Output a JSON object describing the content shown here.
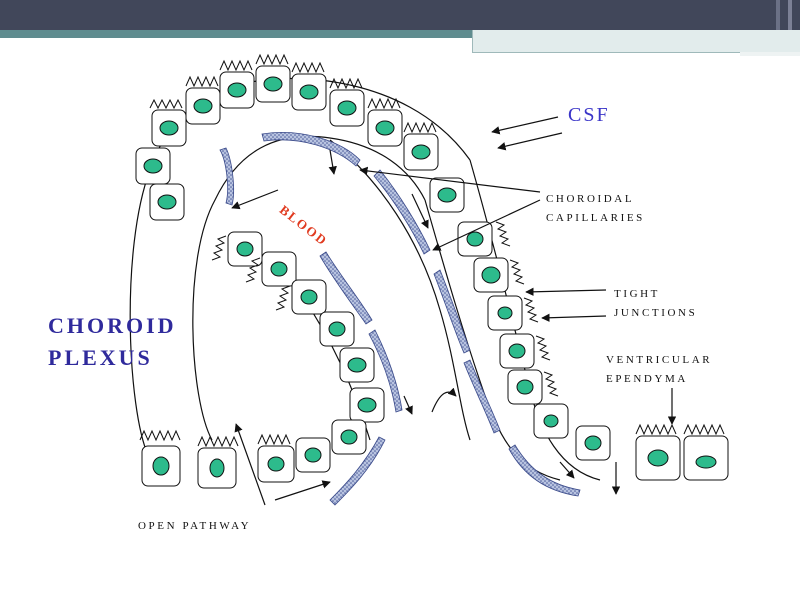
{
  "labels": {
    "csf": "CSF",
    "choroid_plexus": "CHOROID\nPLEXUS",
    "blood": "BLOOD",
    "choroidal_capillaries": "CHOROIDAL\nCAPILLARIES",
    "tight_junctions": "TIGHT\nJUNCTIONS",
    "ventricular_ependyma": "VENTRICULAR\nEPENDYMA",
    "open_pathway": "OPEN PATHWAY"
  },
  "colors": {
    "header_bar": "#41475a",
    "accent_strip": "#5f8c8f",
    "nucleus_fill": "#2dbb8c",
    "capillary_fill": "#a9b6d8",
    "title_text": "#2f2a9c",
    "csf_text": "#3a35c8",
    "blood_text": "#e03a1f"
  }
}
